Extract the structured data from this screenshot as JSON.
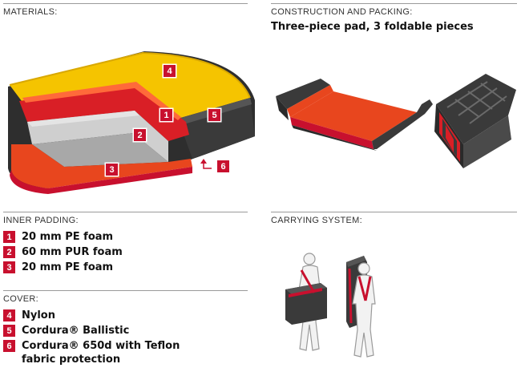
{
  "materials": {
    "heading": "MATERIALS:",
    "callouts": [
      "4",
      "1",
      "5",
      "2",
      "3",
      "6"
    ]
  },
  "construction": {
    "heading": "CONSTRUCTION AND PACKING:",
    "subtitle": "Three-piece pad, 3 foldable pieces"
  },
  "inner_padding": {
    "heading": "INNER PADDING:",
    "items": [
      {
        "num": "1",
        "label": "20 mm PE foam"
      },
      {
        "num": "2",
        "label": "60 mm PUR foam"
      },
      {
        "num": "3",
        "label": "20 mm PE foam"
      }
    ]
  },
  "cover": {
    "heading": "COVER:",
    "items": [
      {
        "num": "4",
        "label": "Nylon"
      },
      {
        "num": "5",
        "label": "Cordura® Ballistic"
      },
      {
        "num": "6",
        "label": "Cordura® 650d with Teflon fabric protection"
      }
    ]
  },
  "carrying": {
    "heading": "CARRYING SYSTEM:"
  },
  "colors": {
    "accent_red": "#c8102e",
    "nylon_yellow": "#f5c400",
    "foam_orange": "#e8461e",
    "ballistic_dark": "#3a3a3a",
    "pur_grey": "#cfcfcf"
  }
}
